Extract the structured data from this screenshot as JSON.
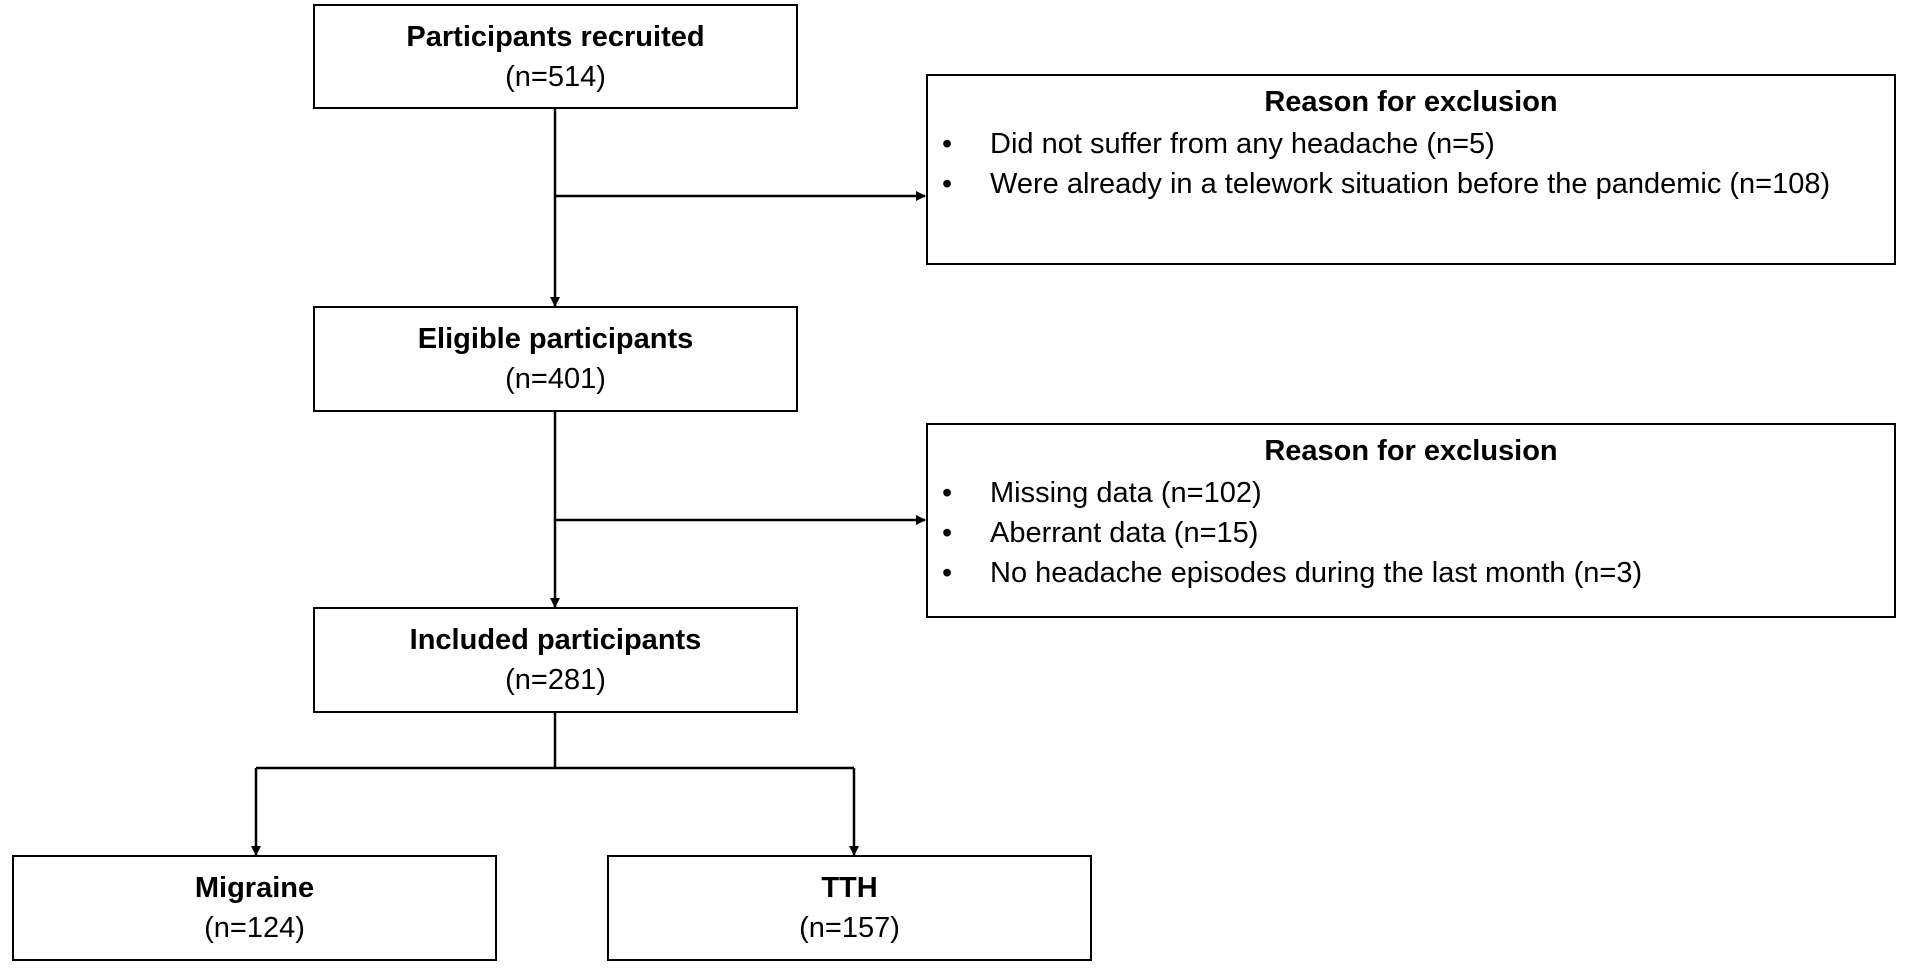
{
  "boxes": {
    "recruited": {
      "title": "Participants recruited",
      "count": "(n=514)"
    },
    "eligible": {
      "title": "Eligible participants",
      "count": "(n=401)"
    },
    "included": {
      "title": "Included participants",
      "count": "(n=281)"
    },
    "migraine": {
      "title": "Migraine",
      "count": "(n=124)"
    },
    "tth": {
      "title": "TTH",
      "count": "(n=157)"
    }
  },
  "exclusion_1": {
    "title": "Reason for exclusion",
    "items": [
      "Did not suffer from any headache (n=5)",
      "Were already in a telework situation before the pandemic (n=108)"
    ]
  },
  "exclusion_2": {
    "title": "Reason for exclusion",
    "items": [
      "Missing data (n=102)",
      "Aberrant data (n=15)",
      "No headache episodes during the last month (n=3)"
    ]
  },
  "bullet_glyph": "•"
}
